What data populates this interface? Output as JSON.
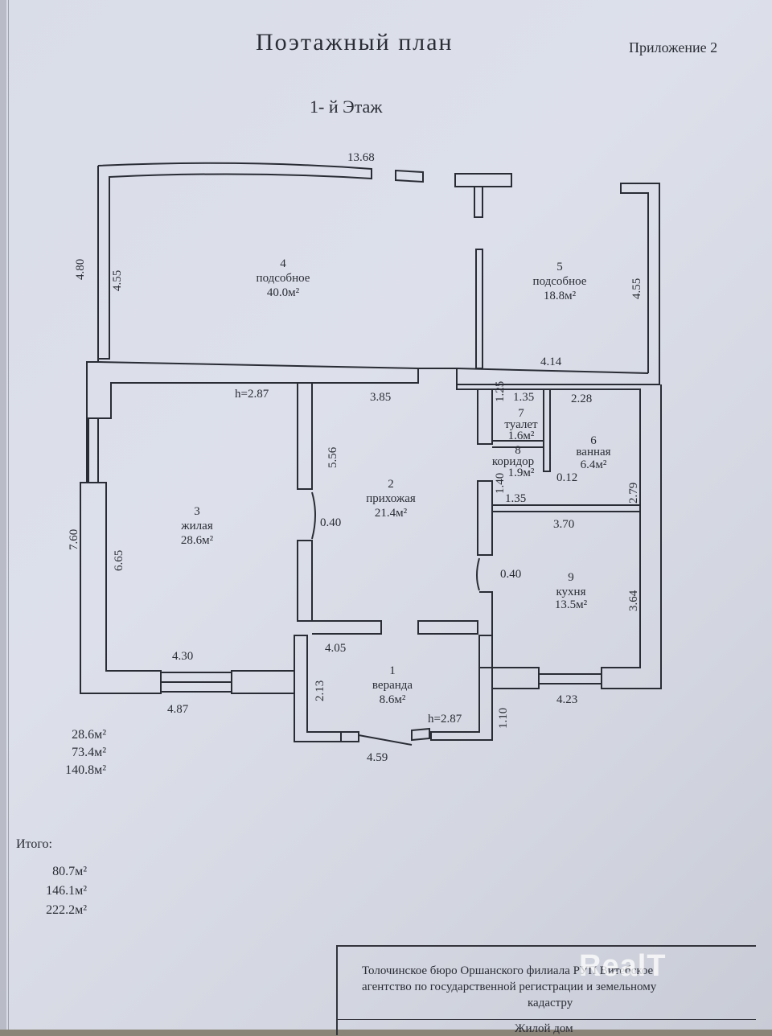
{
  "header": {
    "title": "Поэтажный план",
    "appendix": "Приложение 2",
    "floor": "1- й Этаж"
  },
  "dimensions": {
    "top_width": "13.68",
    "left_outer": "4.80",
    "left_inner_top": "4.55",
    "right_inner_top": "4.55",
    "mid_right": "4.14",
    "h_left": "h=2.87",
    "hall_width": "3.85",
    "hall_height": "5.56",
    "wc_h": "1.25",
    "wc_w": "1.35",
    "bath_w": "2.28",
    "corr_h": "1.40",
    "corr_w": "1.35",
    "bath_gap": "0.12",
    "bath_h": "2.79",
    "kitchen_w": "3.70",
    "door_left": "0.40",
    "door_right": "0.40",
    "kitchen_h": "3.64",
    "left_outer_bottom": "7.60",
    "living_h": "6.65",
    "living_w": "4.30",
    "living_outer_w": "4.87",
    "veranda_top": "4.05",
    "veranda_h": "2.13",
    "h_veranda": "h=2.87",
    "veranda_outer_h": "1.10",
    "kitchen_outer_w": "4.23",
    "veranda_outer_w": "4.59"
  },
  "rooms": [
    {
      "num": "4",
      "name": "подсобное",
      "area": "40.0м²"
    },
    {
      "num": "5",
      "name": "подсобное",
      "area": "18.8м²"
    },
    {
      "num": "3",
      "name": "жилая",
      "area": "28.6м²"
    },
    {
      "num": "2",
      "name": "прихожая",
      "area": "21.4м²"
    },
    {
      "num": "7",
      "name": "туалет",
      "area": "1.6м²"
    },
    {
      "num": "8",
      "name": "коридор",
      "area": "1.9м²"
    },
    {
      "num": "6",
      "name": "ванная",
      "area": "6.4м²"
    },
    {
      "num": "9",
      "name": "кухня",
      "area": "13.5м²"
    },
    {
      "num": "1",
      "name": "веранда",
      "area": "8.6м²"
    }
  ],
  "floor_totals": [
    "28.6м²",
    "73.4м²",
    "140.8м²"
  ],
  "grand_total": {
    "label": "Итого:",
    "values": [
      "80.7м²",
      "146.1м²",
      "222.2м²"
    ]
  },
  "stamp": {
    "line1": "Толочинское бюро Оршанского филиала РУП Витебское",
    "line2": "агентство по государственной регистрации и земельному",
    "line3": "кадастру",
    "line4": "Жилой дом"
  },
  "watermark": "RealT"
}
